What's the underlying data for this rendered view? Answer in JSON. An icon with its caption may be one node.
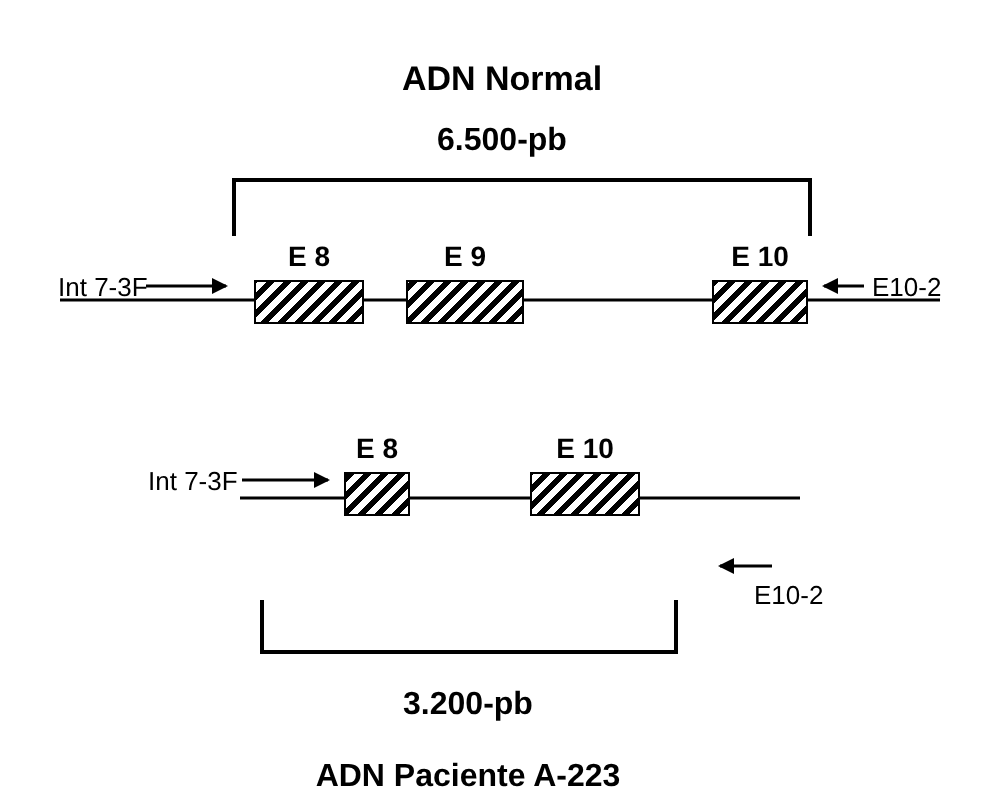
{
  "diagram": {
    "nodes": [
      {
        "text": [
          "E 8"
        ]
      },
      {
        "text": [
          "E 9"
        ]
      },
      {
        "text": [
          "E 10"
        ]
      },
      {
        "text": [
          "E 8"
        ]
      },
      {
        "text": [
          "E 10"
        ]
      }
    ],
    "edges": [],
    "labels": [
      "ADN Normal",
      "6.500-pb",
      "Int 7-3F",
      "E10-2",
      "Int 7-3F",
      "E10-2",
      "3.200-pb",
      "ADN Paciente A-223"
    ]
  }
}
